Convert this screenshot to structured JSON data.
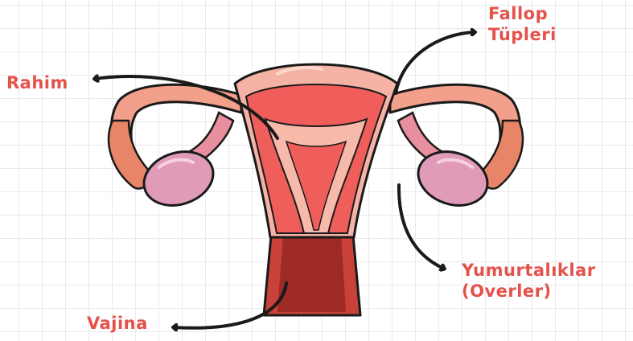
{
  "labels": {
    "uterus": "Rahim",
    "fallopian_line1": "Fallop",
    "fallopian_line2": "Tüpleri",
    "ovaries_line1": "Yumurtalıklar",
    "ovaries_line2": "(Overler)",
    "vagina": "Vajina"
  },
  "colors": {
    "label_text": "#e4524a",
    "outline": "#1a1a1a",
    "tube_pink": "#f2a08b",
    "uterus_wall": "#f5b3a5",
    "uterus_inner": "#ef5e5b",
    "ovary": "#df9bb7",
    "vagina_dark": "#b8342f"
  }
}
